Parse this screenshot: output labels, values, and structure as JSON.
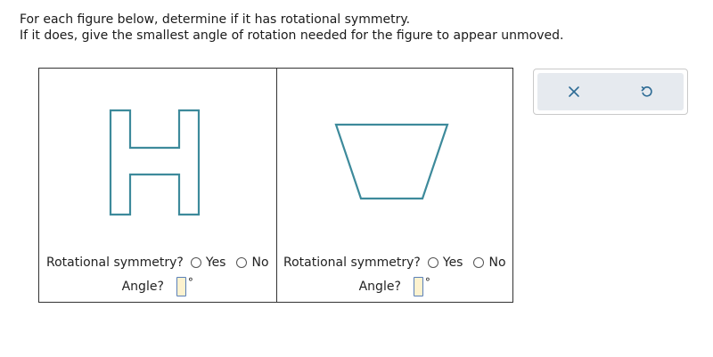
{
  "instructions": {
    "line1": "For each figure below, determine if it has rotational symmetry.",
    "line2": "If it does, give the smallest angle of rotation needed for the figure to appear unmoved."
  },
  "figures": [
    {
      "shape": "H-letter-outline",
      "question_label": "Rotational symmetry?",
      "option_yes": "Yes",
      "option_no": "No",
      "angle_label": "Angle?",
      "angle_value": "",
      "degree_symbol": "°"
    },
    {
      "shape": "trapezoid-outline",
      "question_label": "Rotational symmetry?",
      "option_yes": "Yes",
      "option_no": "No",
      "angle_label": "Angle?",
      "angle_value": "",
      "degree_symbol": "°"
    }
  ],
  "toolbar": {
    "clear_icon": "close-icon",
    "undo_icon": "undo-icon"
  },
  "colors": {
    "shape_stroke": "#3d8a9b",
    "input_fill": "#fdf2cf",
    "input_border": "#5a7fb8",
    "toolbar_bg": "#e6eaef",
    "icon_color": "#2d6b95"
  }
}
